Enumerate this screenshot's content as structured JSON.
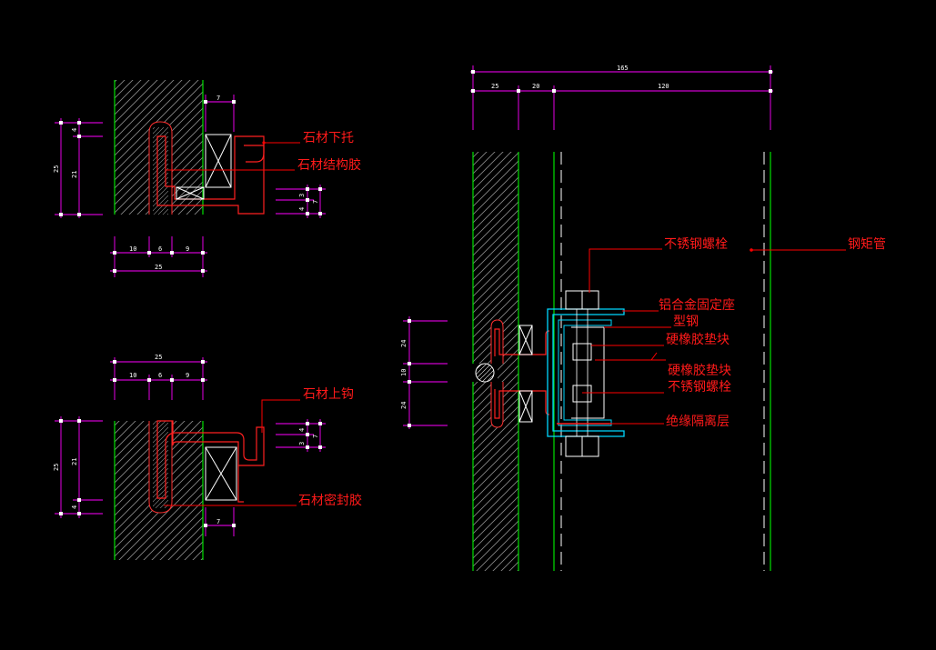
{
  "colors": {
    "background": "#000000",
    "wall_edge": "#00e000",
    "dimension": "#ff00ff",
    "profile": "#ff2020",
    "leader": "#ff0000",
    "bracket": "#00d8ff",
    "centerline": "#ffffff"
  },
  "labels": {
    "stone_bottom_support": "石材下托",
    "stone_structural_glue_top": "石材结构胶",
    "stone_top_hook": "石材上钩",
    "stone_sealant": "石材密封胶",
    "stainless_bolt_top": "不锈钢螺栓",
    "steel_rect_tube": "钢矩管",
    "aluminum_fixing_seat": "铝合金固定座",
    "steel_angle": "型钢",
    "hard_rubber_pad_1": "硬橡胶垫块",
    "hard_rubber_pad_2": "硬橡胶垫块",
    "stainless_bolt_bottom": "不锈钢螺栓",
    "insulation_layer": "绝缘隔离层"
  },
  "dims": {
    "d1_t": "7",
    "d1_l1": "4",
    "d1_l2": "21",
    "d1_l3": "25",
    "d1_r1": "4",
    "d1_r2": "3",
    "d1_r3": "7",
    "d1_b1": "10",
    "d1_b2": "6",
    "d1_b3": "9",
    "d1_b4": "25",
    "d2_t1": "25",
    "d2_t2": "10",
    "d2_t3": "6",
    "d2_t4": "9",
    "d2_l1": "25",
    "d2_l2": "21",
    "d2_l3": "4",
    "d2_r1": "3",
    "d2_r2": "4",
    "d2_r3": "7",
    "d2_b": "7",
    "d3_total": "165",
    "d3_a": "25",
    "d3_b": "20",
    "d3_c": "120",
    "d3_v1": "24",
    "d3_v2": "10",
    "d3_v3": "24"
  }
}
